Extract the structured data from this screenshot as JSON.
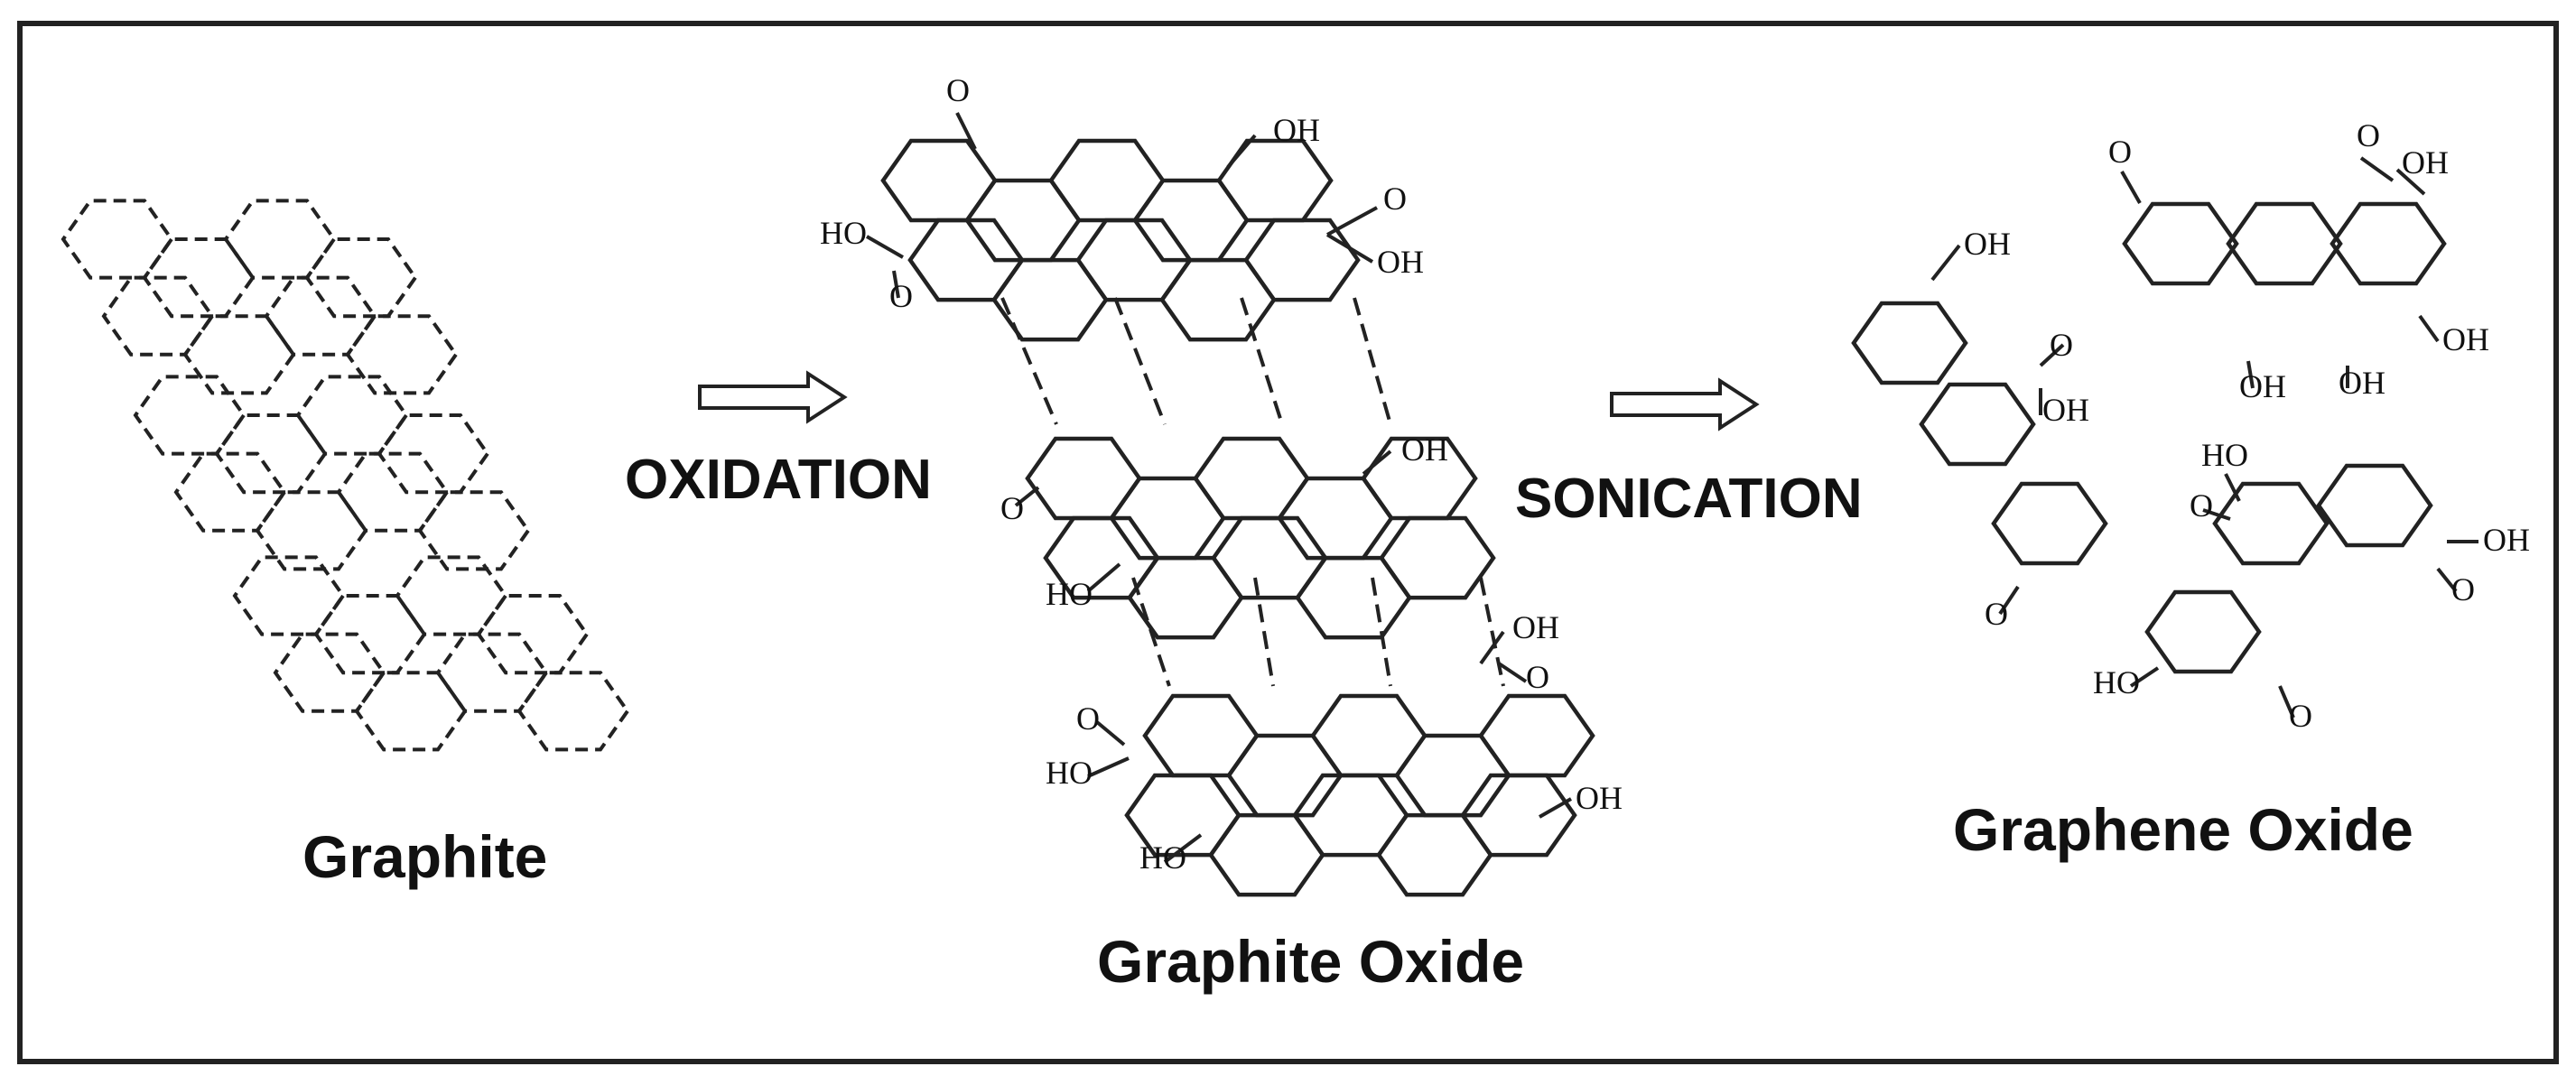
{
  "labels": {
    "graphite": "Graphite",
    "graphite_oxide": "Graphite Oxide",
    "graphene_oxide": "Graphene Oxide"
  },
  "steps": {
    "oxidation": "OXIDATION",
    "sonication": "SONICATION"
  },
  "groups": {
    "oh": "OH",
    "ho": "HO",
    "o": "O"
  },
  "colors": {
    "line": "#222222",
    "frame": "#222222",
    "background": "#ffffff"
  }
}
